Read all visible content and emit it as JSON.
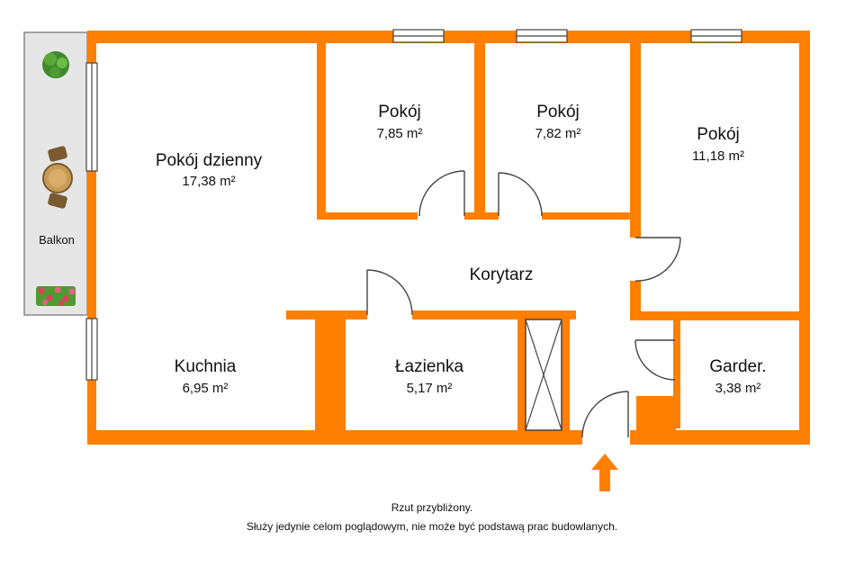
{
  "rooms": {
    "living": {
      "name": "Pokój dzienny",
      "area": "17,38 m²"
    },
    "room1": {
      "name": "Pokój",
      "area": "7,85 m²"
    },
    "room2": {
      "name": "Pokój",
      "area": "7,82 m²"
    },
    "room3": {
      "name": "Pokój",
      "area": "11,18 m²"
    },
    "corridor": {
      "name": "Korytarz"
    },
    "kitchen": {
      "name": "Kuchnia",
      "area": "6,95 m²"
    },
    "bathroom": {
      "name": "Łazienka",
      "area": "5,17 m²"
    },
    "wardrobe": {
      "name": "Garder.",
      "area": "3,38 m²"
    }
  },
  "balcony": {
    "name": "Balkon"
  },
  "footnote": {
    "line1": "Rzut przybliżony.",
    "line2": "Służy jedynie celom poglądowym, nie może być podstawą prac budowlanych."
  },
  "colors": {
    "wall": "#ff7f00",
    "balcony": "#e6e6e6",
    "text": "#111111"
  }
}
